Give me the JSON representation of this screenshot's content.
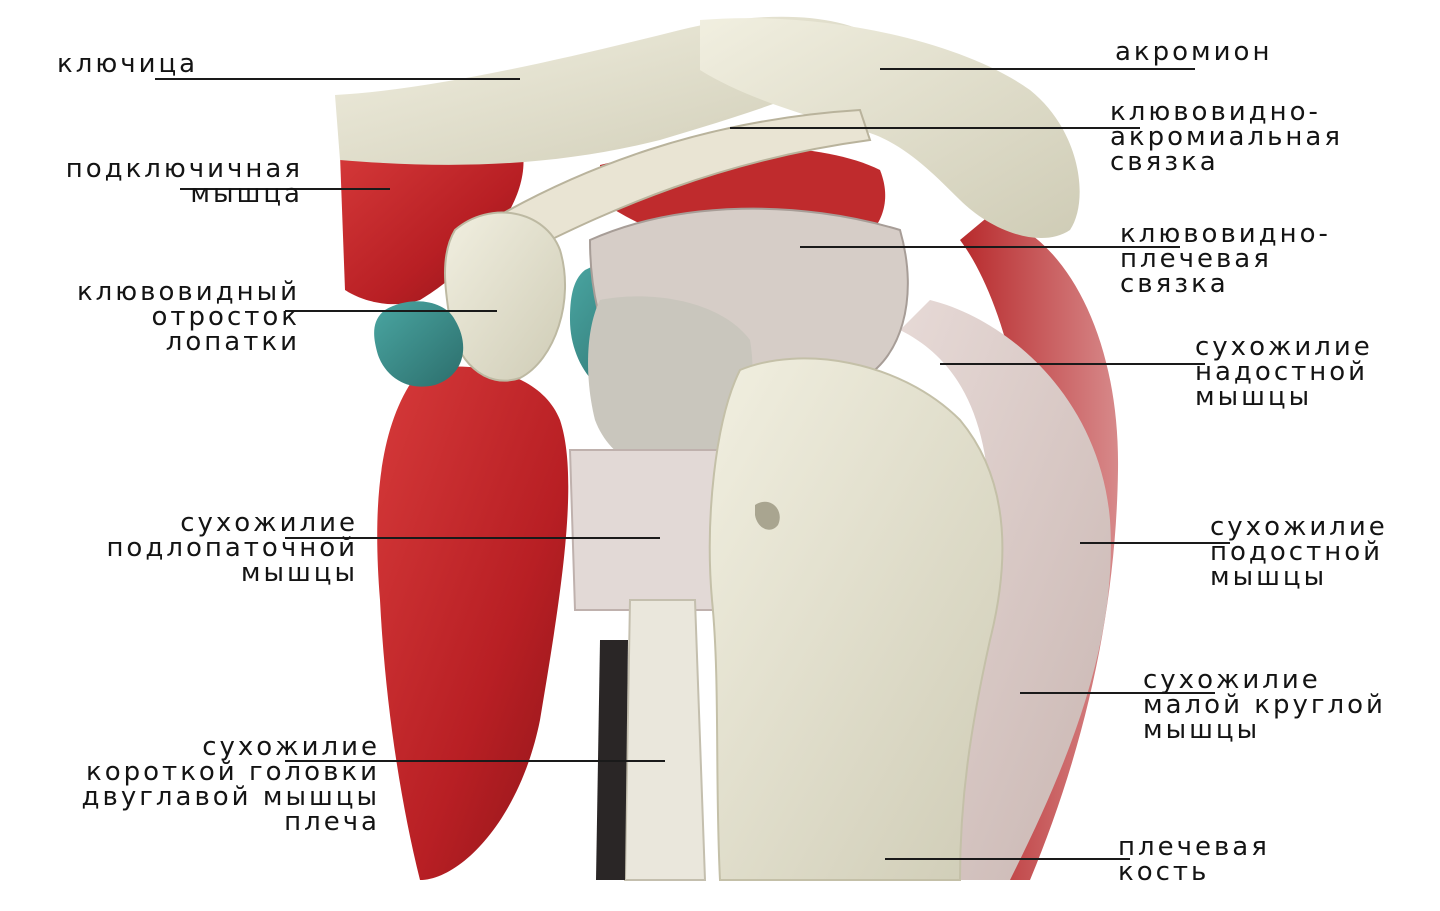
{
  "labels": {
    "clavicle": [
      "ключица"
    ],
    "acromion": [
      "акромион"
    ],
    "subclavius": [
      "подключичная",
      "мышца"
    ],
    "coracoacromial": [
      "клювовидно-",
      "акромиальная",
      "связка"
    ],
    "coracohumeral": [
      "клювовидно-",
      "плечевая",
      "связка"
    ],
    "coracoid": [
      "клювовидный",
      "отросток",
      "лопатки"
    ],
    "supraspinatus": [
      "сухожилие",
      "надостной",
      "мышцы"
    ],
    "subscapularis": [
      "сухожилие",
      "подлопаточной",
      "мышцы"
    ],
    "infraspinatus": [
      "сухожилие",
      "подостной",
      "мышцы"
    ],
    "teres_minor": [
      "сухожилие",
      "малой круглой",
      "мышцы"
    ],
    "biceps_short": [
      "сухожилие",
      "короткой головки",
      "двуглавой мышцы",
      "плеча"
    ],
    "humerus": [
      "плечевая",
      "кость"
    ]
  },
  "colors": {
    "muscle_red": "#c72a2e",
    "bone": "#e4e2cf",
    "tendon": "#d9cbc8",
    "cartilage_teal": "#3f8f8c",
    "text": "#141414"
  }
}
